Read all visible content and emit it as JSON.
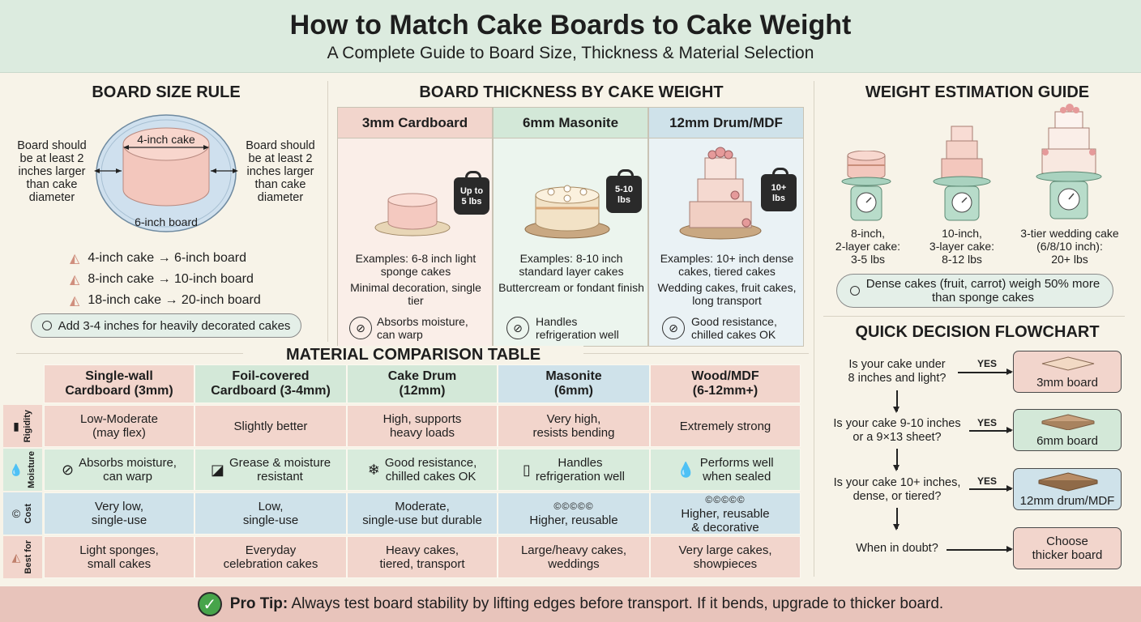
{
  "header": {
    "title": "How to Match Cake Boards to Cake Weight",
    "subtitle": "A Complete Guide to Board Size, Thickness & Material Selection"
  },
  "board_size": {
    "title": "BOARD SIZE RULE",
    "left_note": [
      "Board should",
      "be at least 2",
      "inches larger",
      "than cake",
      "diameter"
    ],
    "right_note": [
      "Board should",
      "be at least 2",
      "inches larger",
      "than cake",
      "diameter"
    ],
    "cake_label": "4-inch cake",
    "board_label": "6-inch board",
    "rules": [
      "4-inch cake → 6-inch board",
      "8-inch cake → 10-inch board",
      "18-inch cake → 20-inch board"
    ],
    "tip": "Add 3-4 inches for heavily decorated cakes"
  },
  "thickness": {
    "title": "BOARD THICKNESS BY CAKE WEIGHT",
    "columns": [
      {
        "header": "3mm Cardboard",
        "weight": [
          "Up to",
          "5 lbs"
        ],
        "examples": "Examples: 6-8 inch light sponge cakes",
        "decoration": "Minimal decoration, single tier",
        "footer": [
          "Absorbs moisture,",
          "can warp"
        ],
        "color": "#f2d5cc"
      },
      {
        "header": "6mm Masonite",
        "weight": [
          "5-10",
          "lbs"
        ],
        "examples": "Examples: 8-10 inch standard layer cakes",
        "decoration": "Buttercream or fondant finish",
        "footer": [
          "Handles",
          "refrigeration well"
        ],
        "color": "#d3e8d8"
      },
      {
        "header": "12mm Drum/MDF",
        "weight": [
          "10+",
          "lbs"
        ],
        "examples": "Examples: 10+ inch dense cakes, tiered cakes",
        "decoration": "Wedding cakes, fruit cakes, long transport",
        "footer": [
          "Good resistance,",
          "chilled cakes OK"
        ],
        "color": "#cfe2ea"
      }
    ]
  },
  "weight_guide": {
    "title": "WEIGHT ESTIMATION GUIDE",
    "items": [
      {
        "label": [
          "8-inch,",
          "2-layer cake:",
          "3-5 lbs"
        ]
      },
      {
        "label": [
          "10-inch,",
          "3-layer cake:",
          "8-12 lbs"
        ]
      },
      {
        "label": [
          "3-tier wedding cake",
          "(6/8/10 inch):",
          "20+ lbs"
        ]
      }
    ],
    "note": [
      "Dense cakes (fruit, carrot) weigh 50% more",
      "than sponge cakes"
    ]
  },
  "flowchart": {
    "title": "QUICK DECISION FLOWCHART",
    "steps": [
      {
        "question": [
          "Is your cake under",
          "8 inches and light?"
        ],
        "yes": "YES",
        "result": "3mm board"
      },
      {
        "question": [
          "Is your cake 9-10 inches",
          "or a 9×13 sheet?"
        ],
        "yes": "YES",
        "result": "6mm board"
      },
      {
        "question": [
          "Is your cake 10+ inches,",
          "dense, or tiered?"
        ],
        "yes": "YES",
        "result": "12mm drum/MDF"
      },
      {
        "question": [
          "When in doubt?"
        ],
        "yes": "",
        "result": "Choose thicker board"
      }
    ]
  },
  "material_table": {
    "title": "MATERIAL COMPARISON TABLE",
    "headers": [
      [
        "Single-wall",
        "Cardboard (3mm)"
      ],
      [
        "Foil-covered",
        "Cardboard (3-4mm)"
      ],
      [
        "Cake Drum",
        "(12mm)"
      ],
      [
        "Masonite",
        "(6mm)"
      ],
      [
        "Wood/MDF",
        "(6-12mm+)"
      ]
    ],
    "header_colors": [
      "#f2d5cc",
      "#d3e8d8",
      "#d3e8d8",
      "#cfe2ea",
      "#f2d5cc"
    ],
    "rows": [
      {
        "label": "Rigidity",
        "color": "#f2d5cc",
        "cells": [
          [
            "Low-Moderate",
            "(may flex)"
          ],
          [
            "Slightly better"
          ],
          [
            "High, supports",
            "heavy loads"
          ],
          [
            "Very high,",
            "resists bending"
          ],
          [
            "Extremely strong"
          ]
        ]
      },
      {
        "label": "Moisture",
        "color": "#d8ebdc",
        "cells": [
          [
            "Absorbs moisture,",
            "can warp"
          ],
          [
            "Grease & moisture",
            "resistant"
          ],
          [
            "Good resistance,",
            "chilled cakes OK"
          ],
          [
            "Handles",
            "refrigeration well"
          ],
          [
            "Performs well",
            "when sealed"
          ]
        ]
      },
      {
        "label": "Cost",
        "color": "#cfe2ea",
        "cells": [
          [
            "Very low,",
            "single-use"
          ],
          [
            "Low,",
            "single-use"
          ],
          [
            "Moderate,",
            "single-use but durable"
          ],
          [
            "Higher, reusable"
          ],
          [
            "Higher, reusable",
            "& decorative"
          ]
        ]
      },
      {
        "label": "Best for",
        "color": "#f2d5cc",
        "cells": [
          [
            "Light sponges,",
            "small cakes"
          ],
          [
            "Everyday",
            "celebration cakes"
          ],
          [
            "Heavy cakes,",
            "tiered, transport"
          ],
          [
            "Large/heavy cakes,",
            "weddings"
          ],
          [
            "Very large cakes,",
            "showpieces"
          ]
        ]
      }
    ]
  },
  "footer": {
    "label": "Pro Tip:",
    "text": "Always test board stability by lifting edges before transport. If it bends, upgrade to thicker board."
  }
}
